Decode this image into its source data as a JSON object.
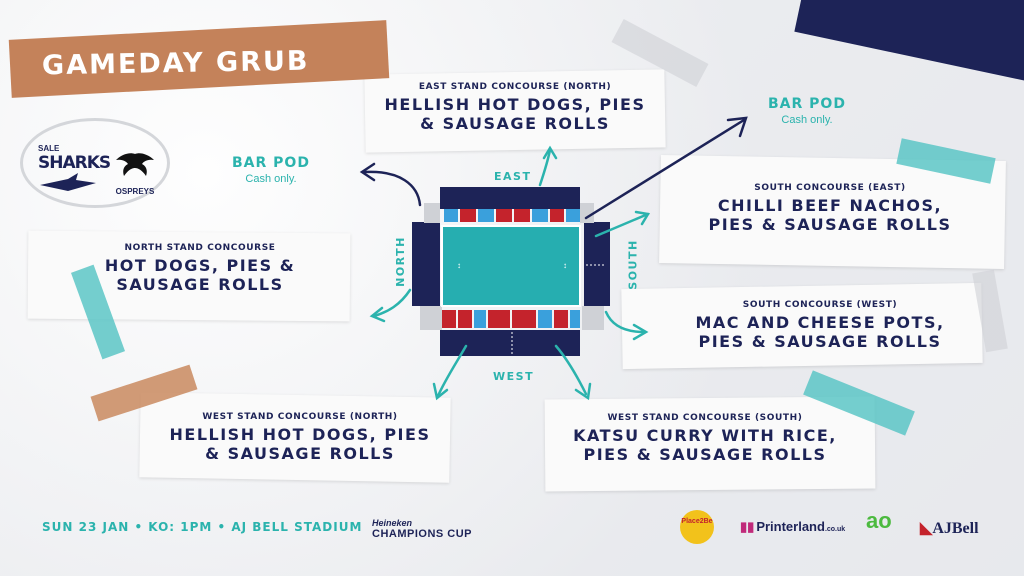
{
  "title": "GAMEDAY GRUB",
  "teams": {
    "home_small": "SALE",
    "home_big": "SHARKS",
    "away": "OSPREYS"
  },
  "compass": {
    "east": "EAST",
    "west": "WEST",
    "north": "NORTH",
    "south": "SOUTH"
  },
  "bar_pods": [
    {
      "title": "BAR POD",
      "note": "Cash only."
    },
    {
      "title": "BAR POD",
      "note": "Cash only."
    }
  ],
  "concourses": {
    "east_north": {
      "label": "EAST STAND CONCOURSE (NORTH)",
      "line1": "HELLISH HOT DOGS, PIES",
      "line2": "& SAUSAGE ROLLS"
    },
    "north": {
      "label": "NORTH STAND CONCOURSE",
      "line1": "HOT DOGS, PIES &",
      "line2": "SAUSAGE ROLLS"
    },
    "south_east": {
      "label": "SOUTH CONCOURSE (EAST)",
      "line1": "CHILLI BEEF NACHOS,",
      "line2": "PIES & SAUSAGE ROLLS"
    },
    "south_west": {
      "label": "SOUTH CONCOURSE (WEST)",
      "line1": "MAC AND CHEESE POTS,",
      "line2": "PIES & SAUSAGE ROLLS"
    },
    "west_north": {
      "label": "WEST STAND CONCOURSE (NORTH)",
      "line1": "HELLISH HOT DOGS, PIES",
      "line2": "& SAUSAGE ROLLS"
    },
    "west_south": {
      "label": "WEST STAND CONCOURSE (SOUTH)",
      "line1": "KATSU CURRY WITH RICE,",
      "line2": "PIES & SAUSAGE ROLLS"
    }
  },
  "footer": {
    "event": "SUN 23 JAN • KO: 1PM • AJ BELL STADIUM",
    "competition_top": "Heineken",
    "competition_bottom": "CHAMPIONS CUP"
  },
  "sponsors": {
    "place2be": "Place2Be",
    "printerland": "Printerland",
    "printerland_suffix": ".co.uk",
    "ao": "ao",
    "ajbell": "AJBell"
  },
  "colors": {
    "navy": "#1d2357",
    "teal": "#2bb3ad",
    "pitch": "#26aeb0",
    "seat_red": "#c4232c",
    "seat_blue": "#3aa0dc",
    "tape_orange": "#c4825a"
  }
}
